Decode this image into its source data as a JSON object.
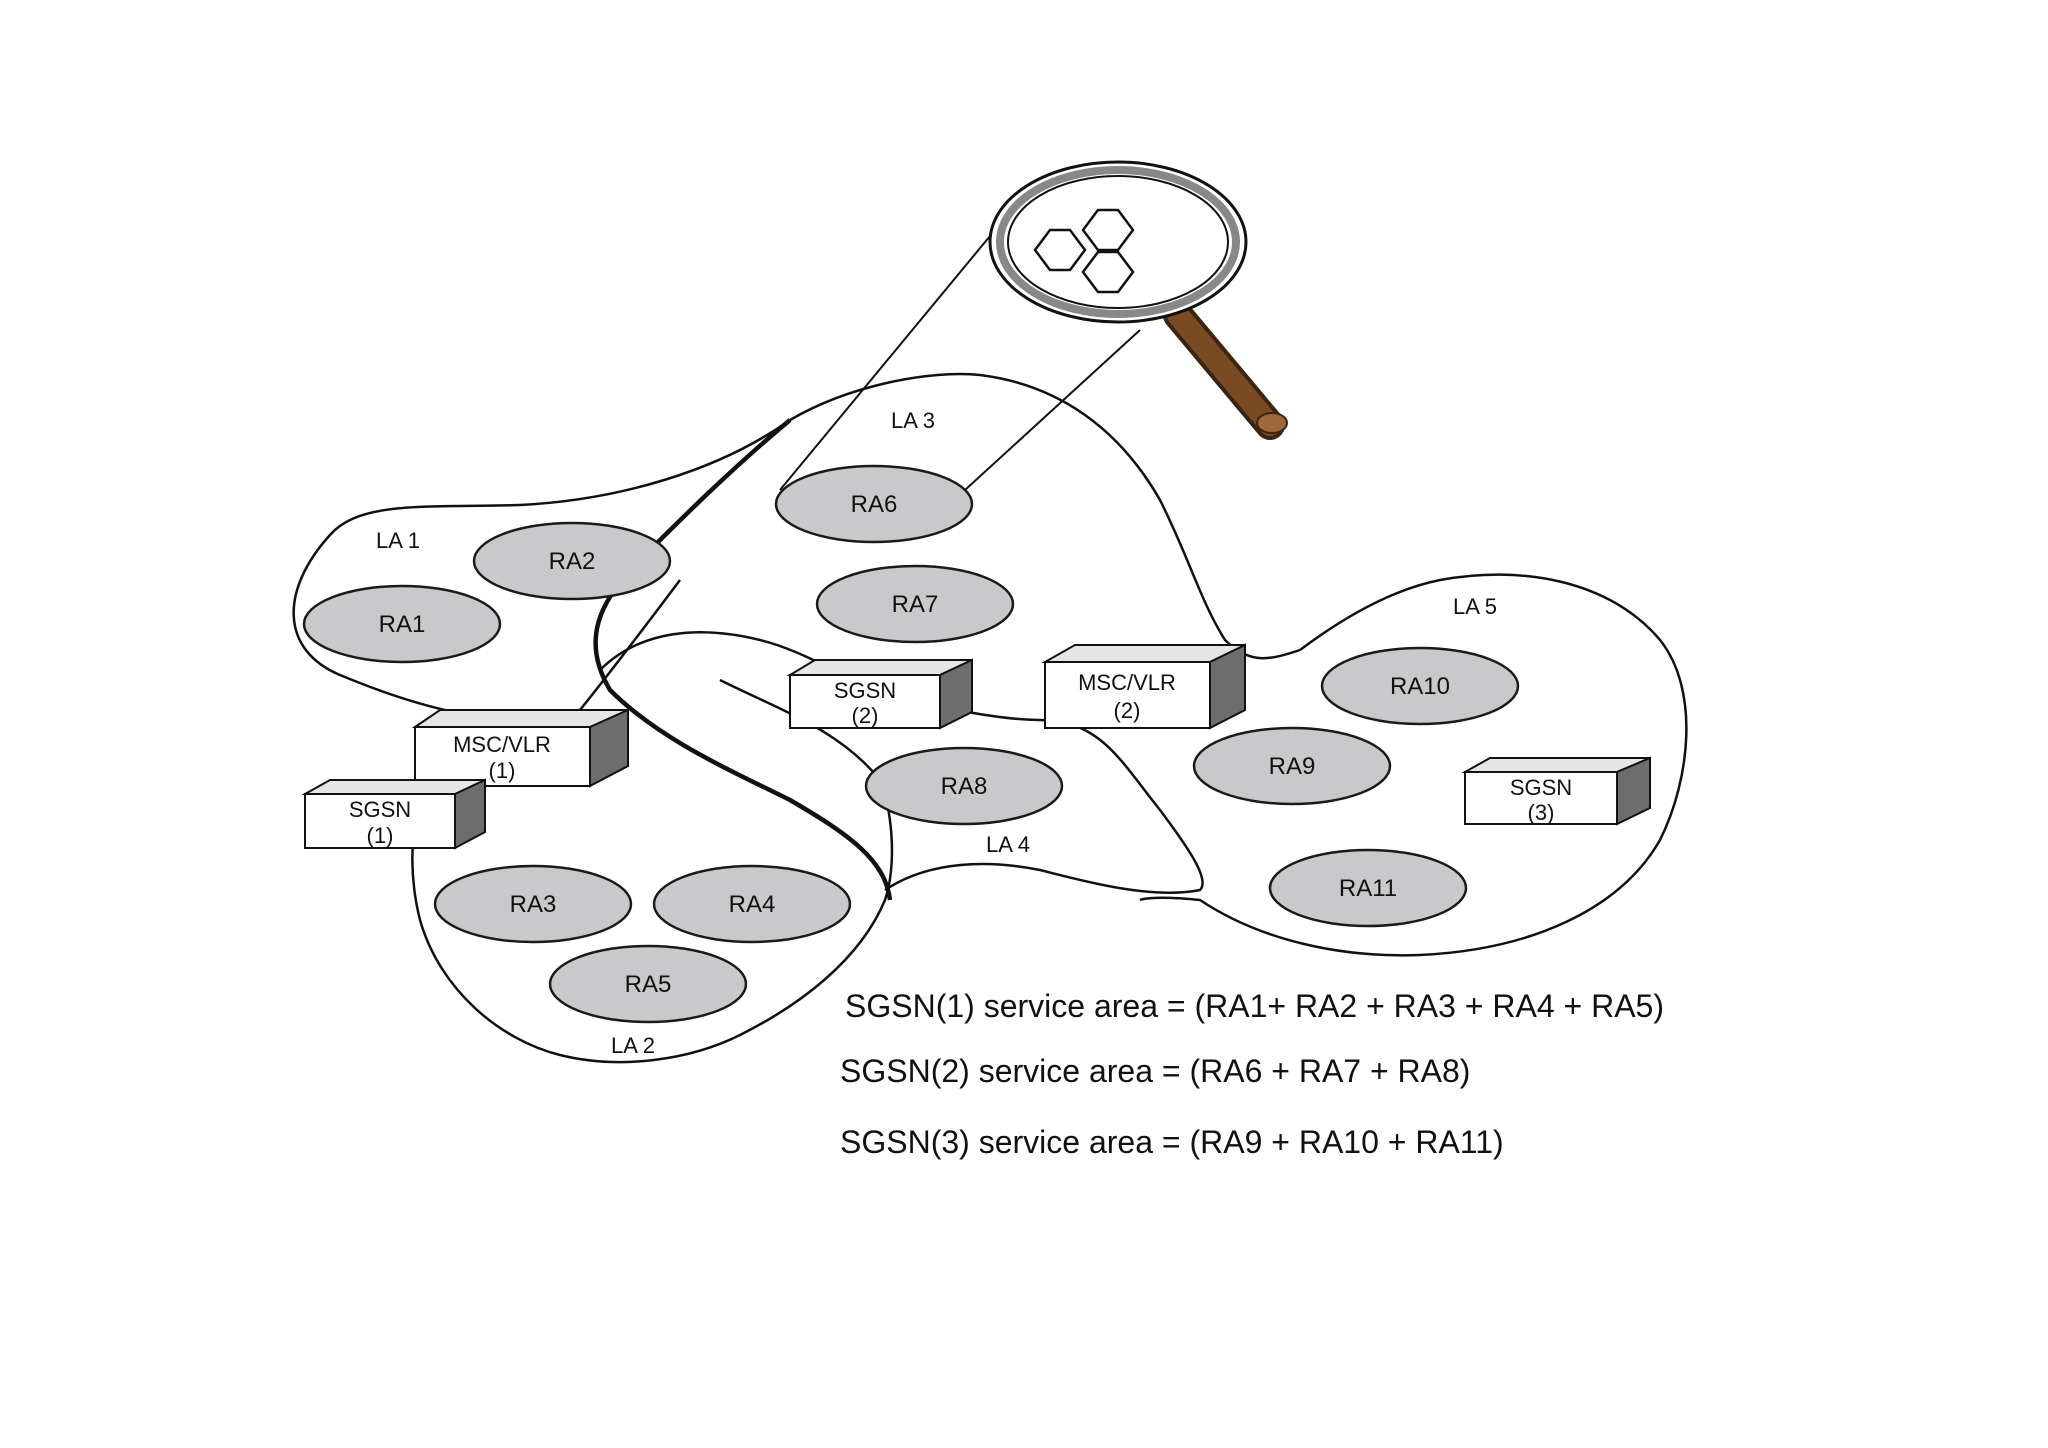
{
  "location_areas": {
    "la1": "LA 1",
    "la2": "LA 2",
    "la3": "LA 3",
    "la4": "LA 4",
    "la5": "LA 5"
  },
  "routing_areas": {
    "ra1": "RA1",
    "ra2": "RA2",
    "ra3": "RA3",
    "ra4": "RA4",
    "ra5": "RA5",
    "ra6": "RA6",
    "ra7": "RA7",
    "ra8": "RA8",
    "ra9": "RA9",
    "ra10": "RA10",
    "ra11": "RA11"
  },
  "nodes": {
    "msc_vlr_1": {
      "name": "MSC/VLR",
      "index": "(1)"
    },
    "msc_vlr_2": {
      "name": "MSC/VLR",
      "index": "(2)"
    },
    "sgsn_1": {
      "name": "SGSN",
      "index": "(1)"
    },
    "sgsn_2": {
      "name": "SGSN",
      "index": "(2)"
    },
    "sgsn_3": {
      "name": "SGSN",
      "index": "(3)"
    }
  },
  "service_areas": [
    "SGSN(1) service area = (RA1+ RA2 + RA3 + RA4 + RA5)",
    "SGSN(2) service area = (RA6 + RA7 + RA8)",
    "SGSN(3) service area = (RA9 + RA10 + RA11)"
  ],
  "colors": {
    "routing_area_fill": "#c9c9cc",
    "node_side": "#6d6d6d",
    "magnifier_handle": "#6b3f1e"
  },
  "icons": {
    "magnifier": "magnifying-glass-icon",
    "cells": "hexagon-cells-icon"
  }
}
